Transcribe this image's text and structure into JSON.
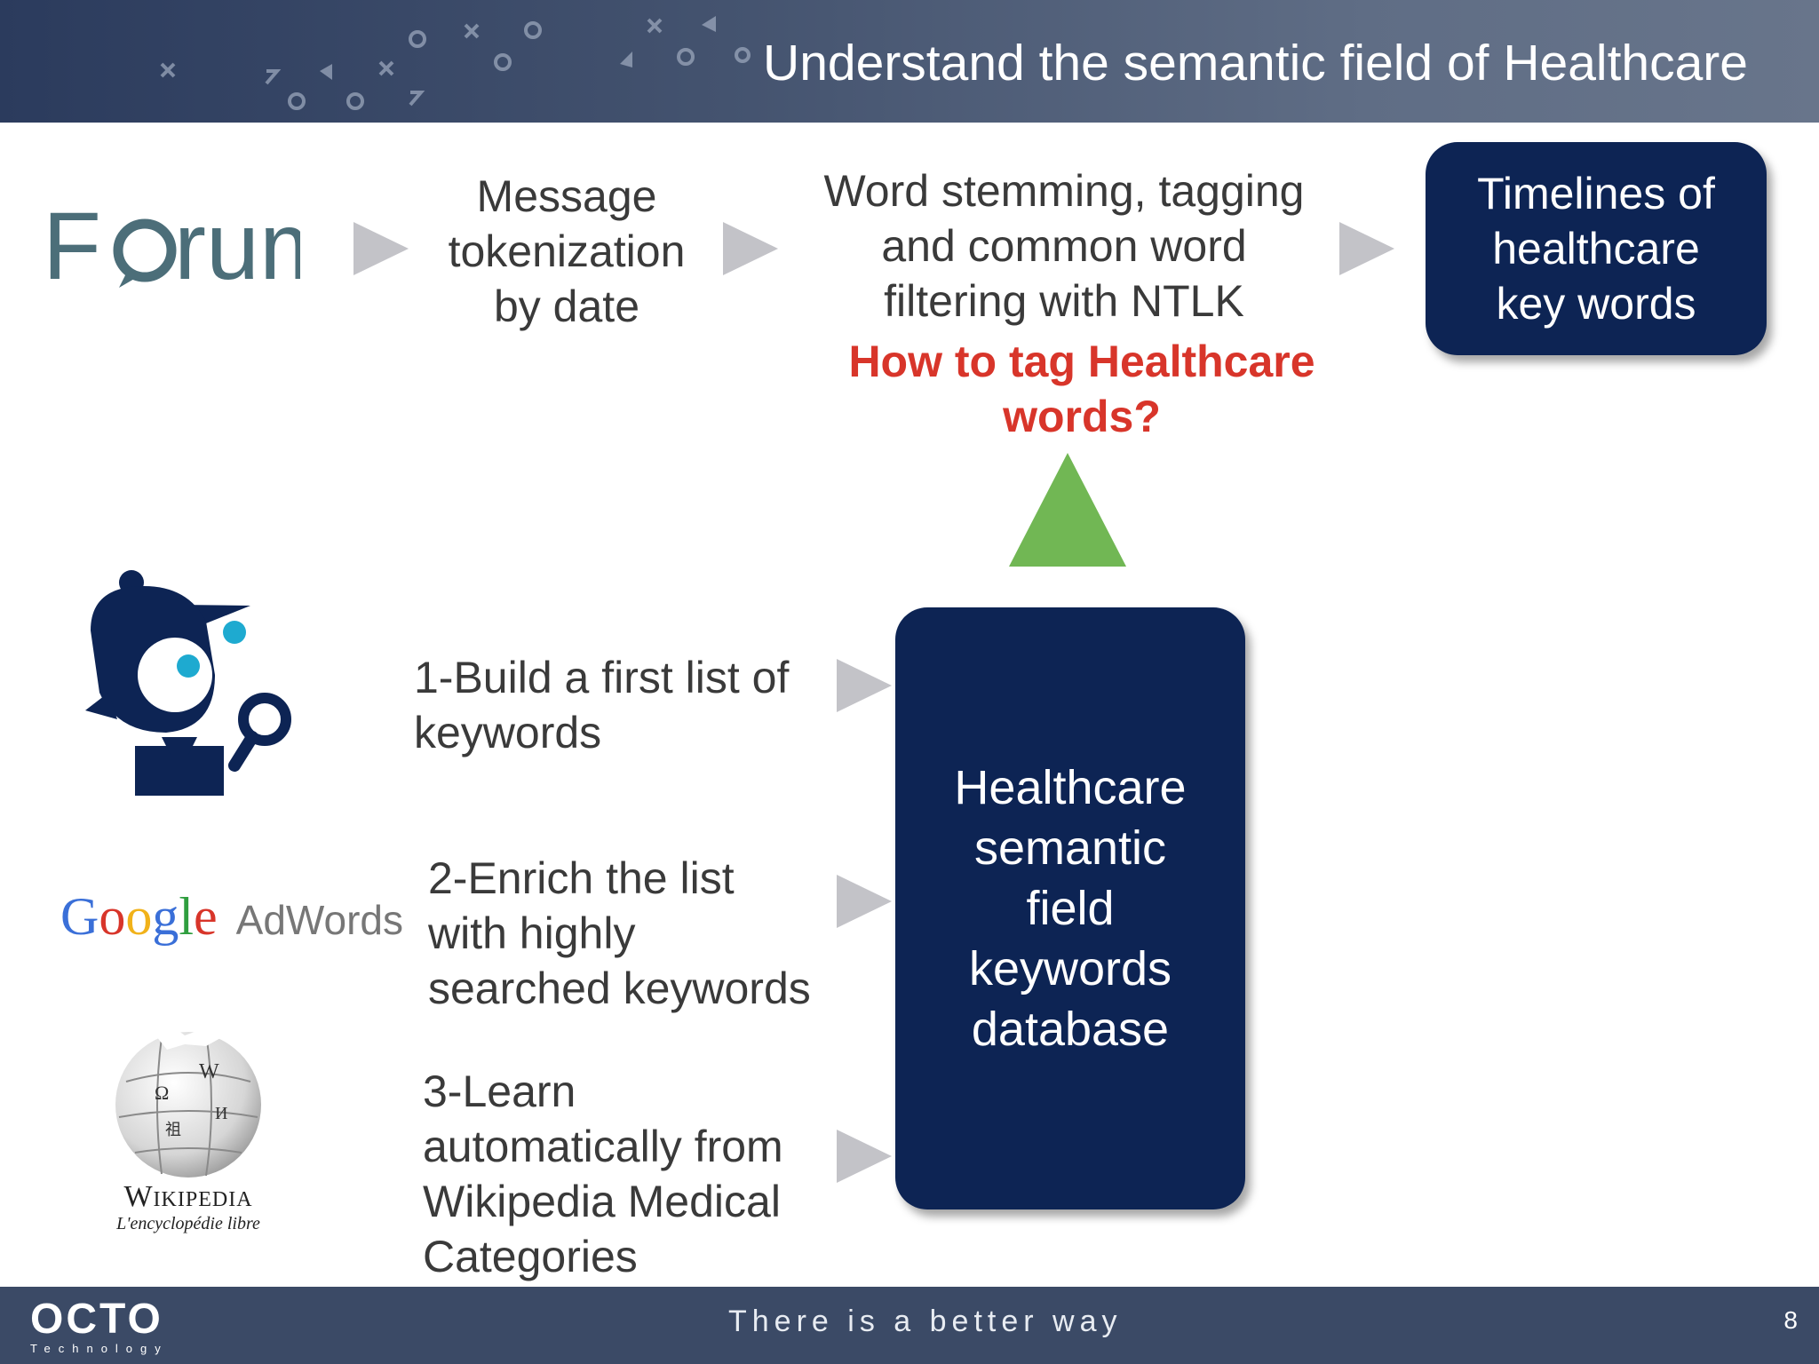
{
  "header": {
    "title": "Understand the semantic field of Healthcare"
  },
  "pipeline": {
    "forum_logo": "Forum",
    "step1": [
      "Message",
      "tokenization",
      "by date"
    ],
    "step2": [
      "Word stemming, tagging",
      "and common word",
      "filtering with NTLK"
    ],
    "step3": [
      "Timelines of",
      "healthcare",
      "key words"
    ],
    "question": [
      "How to tag Healthcare",
      "words?"
    ]
  },
  "database_box": [
    "Healthcare",
    "semantic",
    "field",
    "keywords",
    "database"
  ],
  "sources": {
    "build": [
      "1-Build a first list of",
      "keywords"
    ],
    "enrich": [
      "2-Enrich the list",
      "with highly",
      "searched keywords"
    ],
    "learn": [
      "3-Learn",
      "automatically from",
      "Wikipedia Medical",
      "Categories"
    ],
    "google_logo": {
      "google": "Google",
      "adwords": "AdWords"
    },
    "wikipedia_logo": {
      "name": "Wikipedia",
      "subtitle": "L'encyclopédie libre"
    }
  },
  "footer": {
    "logo": "OCTO",
    "logo_sub": "Technology",
    "tagline": "There is a better way",
    "page": "8"
  },
  "colors": {
    "box": "#0d2454",
    "question": "#d8352a",
    "up_arrow": "#71b754",
    "flow_arrow": "#c3c3c8"
  }
}
